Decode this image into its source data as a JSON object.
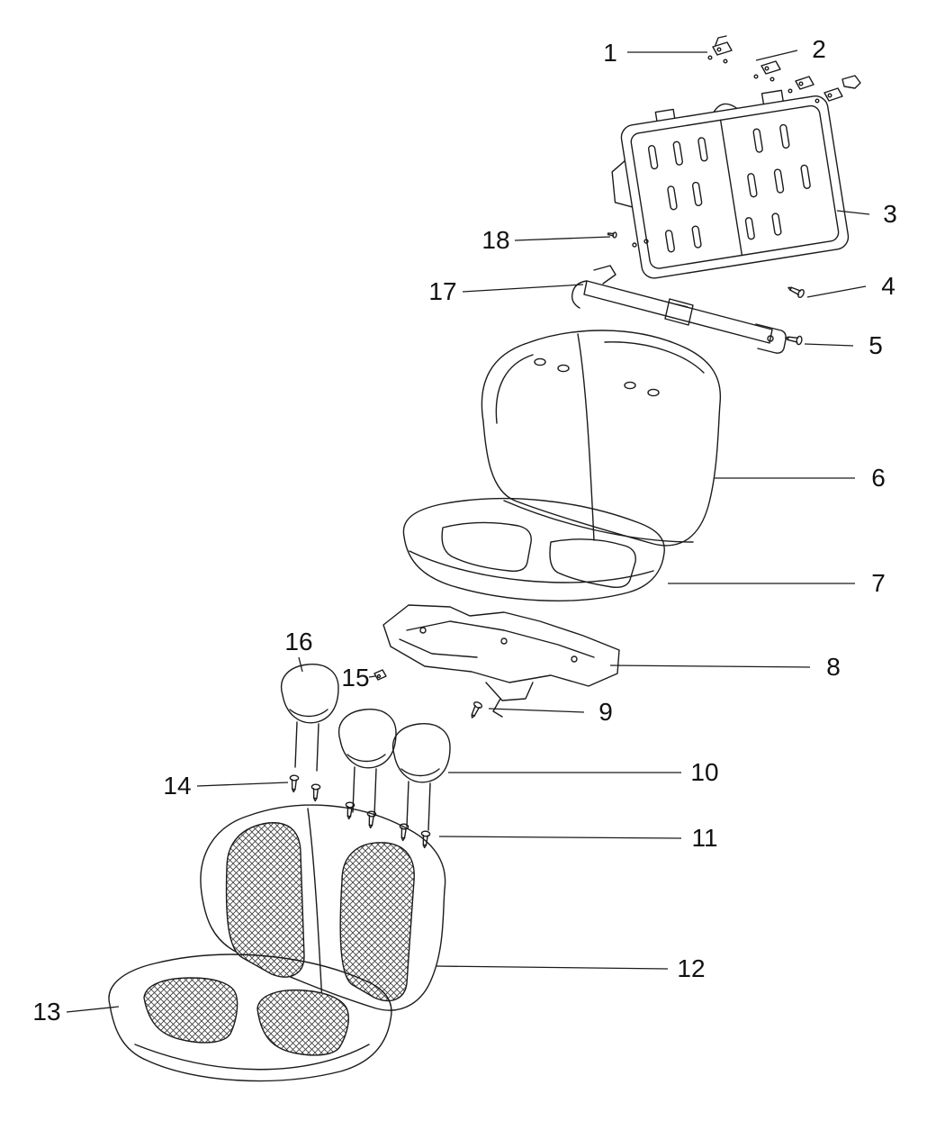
{
  "page": {
    "background_color": "#ffffff",
    "line_color": "#1b1b1b",
    "diagram_type": "exploded-parts-diagram"
  },
  "callouts": {
    "labels": [
      "1",
      "2",
      "3",
      "4",
      "5",
      "6",
      "7",
      "8",
      "9",
      "10",
      "11",
      "12",
      "13",
      "14",
      "15",
      "16",
      "17",
      "18"
    ]
  },
  "parts": [
    {
      "callout": "1",
      "name": "mounting-bracket-hardware"
    },
    {
      "callout": "2",
      "name": "mounting-bracket-hardware"
    },
    {
      "callout": "3",
      "name": "seat-back-frame-panel"
    },
    {
      "callout": "4",
      "name": "screw"
    },
    {
      "callout": "5",
      "name": "screw"
    },
    {
      "callout": "6",
      "name": "seat-back-foam-cushion"
    },
    {
      "callout": "7",
      "name": "seat-bottom-foam-cushion"
    },
    {
      "callout": "8",
      "name": "seat-cushion-frame"
    },
    {
      "callout": "9",
      "name": "screw"
    },
    {
      "callout": "10",
      "name": "headrest"
    },
    {
      "callout": "11",
      "name": "screws"
    },
    {
      "callout": "12",
      "name": "seat-back-cover"
    },
    {
      "callout": "13",
      "name": "seat-cushion-cover"
    },
    {
      "callout": "14",
      "name": "screws"
    },
    {
      "callout": "15",
      "name": "retainer-clip"
    },
    {
      "callout": "16",
      "name": "headrest"
    },
    {
      "callout": "17",
      "name": "hinge-crossmember"
    },
    {
      "callout": "18",
      "name": "pin-fastener"
    }
  ]
}
